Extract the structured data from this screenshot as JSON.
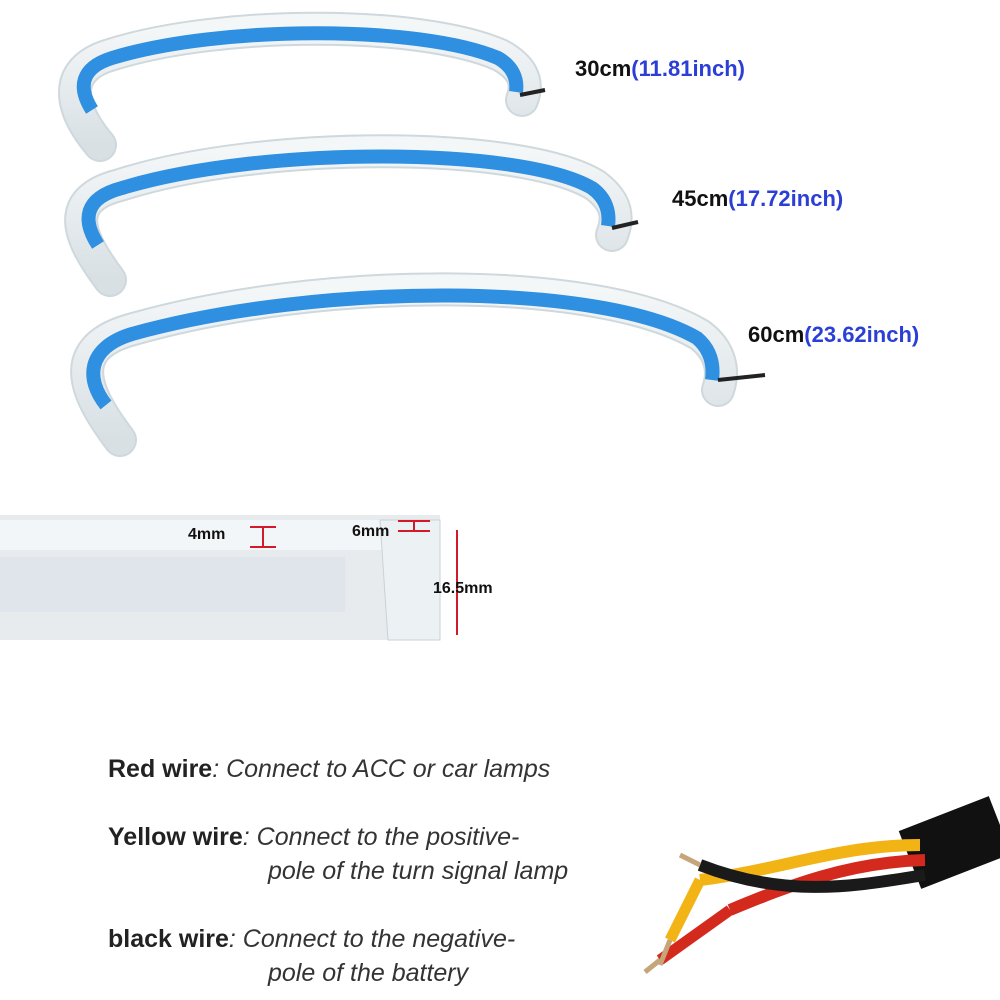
{
  "strips": [
    {
      "cm": "30cm",
      "inch": "(11.81inch)"
    },
    {
      "cm": "45cm",
      "inch": "(17.72inch)"
    },
    {
      "cm": "60cm",
      "inch": "(23.62inch)"
    }
  ],
  "dimensions": {
    "inner": "4mm",
    "edge": "6mm",
    "width": "16.5mm"
  },
  "wires": [
    {
      "name": "Red wire",
      "desc": ": Connect to ACC or car lamps",
      "cont": ""
    },
    {
      "name": "Yellow wire",
      "desc": ": Connect to the positive-",
      "cont": "pole of the turn signal lamp"
    },
    {
      "name": "black wire",
      "desc": ": Connect to the negative-",
      "cont": "pole of the battery"
    }
  ],
  "colors": {
    "led_blue": "#2f8fe0",
    "silicone": "#e6ecef",
    "dim_marker": "#d11a2a",
    "inch_text": "#2b3fd6",
    "wire_red": "#d42a1e",
    "wire_yellow": "#f2b315",
    "wire_black": "#1a1a1a"
  }
}
